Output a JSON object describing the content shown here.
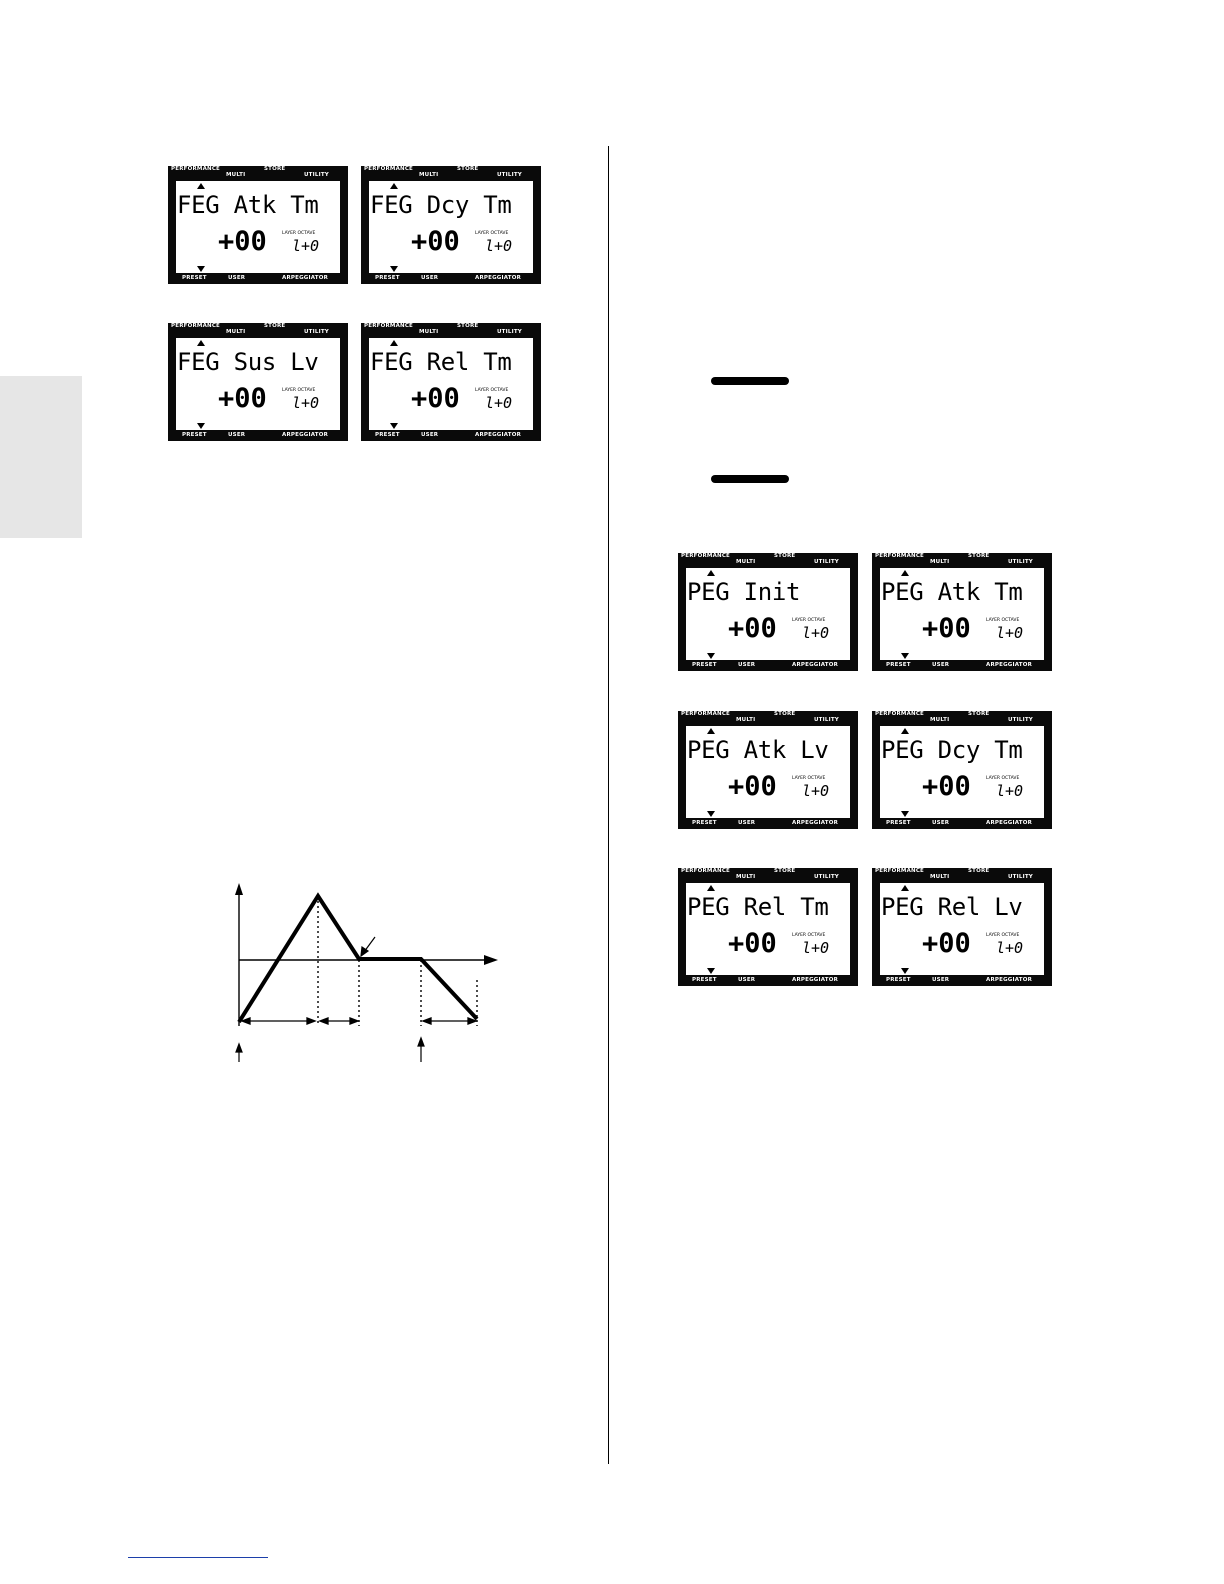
{
  "lcd_common": {
    "top_labels": [
      "PERFORMANCE",
      "MULTI",
      "STORE",
      "UTILITY"
    ],
    "bottom_labels": [
      "PRESET",
      "USER",
      "ARPEGGIATOR"
    ],
    "value": "+00",
    "layer_octave_label": "LAYER OCTAVE",
    "layer_octave_value": "l+0"
  },
  "left_column": {
    "lcds": [
      {
        "param": "FEG Atk Tm"
      },
      {
        "param": "FEG Dcy Tm"
      },
      {
        "param": "FEG Sus Lv"
      },
      {
        "param": "FEG Rel Tm"
      }
    ]
  },
  "right_column": {
    "lcds": [
      {
        "param": "PEG Init"
      },
      {
        "param": "PEG Atk Tm"
      },
      {
        "param": "PEG Atk Lv"
      },
      {
        "param": "PEG Dcy Tm"
      },
      {
        "param": "PEG Rel Tm"
      },
      {
        "param": "PEG Rel Lv"
      }
    ]
  }
}
